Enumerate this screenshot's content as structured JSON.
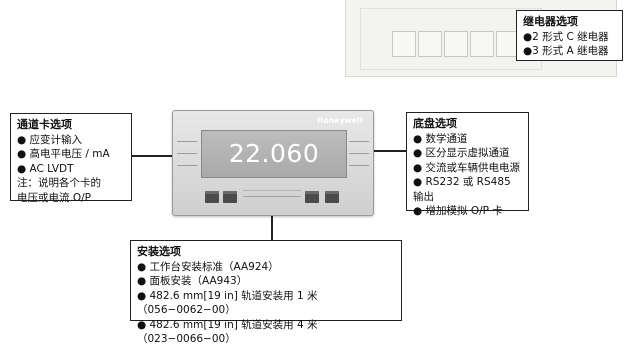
{
  "relay_box": {
    "title": "继电器选项",
    "items": [
      "●2 形式 C 继电器",
      "●3 形式 A 继电器"
    ]
  },
  "channel_box": {
    "title": "通道卡选项",
    "items": [
      "● 应变计输入",
      "● 高电平电压 / mA",
      "● AC LVDT"
    ],
    "note_lines": [
      "注：说明各个卡的",
      "电压或电流 O/P"
    ]
  },
  "chassis_box": {
    "title": "底盘选项",
    "items": [
      "● 数学通道",
      "● 区分显示虚拟通道",
      "● 交流或车辆供电电源",
      "● RS232 或 RS485 输出",
      "● 增加模拟 O/P 卡"
    ]
  },
  "mount_box": {
    "title": "安装选项",
    "items": [
      "● 工作台安装标准（AA924）",
      "● 面板安装（AA943）",
      "● 482.6 mm[19 in] 轨道安装用 1 米（056−0062−00）",
      "● 482.6 mm[19 in] 轨道安装用 4 米（023−0066−00）"
    ]
  },
  "device": {
    "brand": "Honeywell",
    "reading": "22.060"
  }
}
